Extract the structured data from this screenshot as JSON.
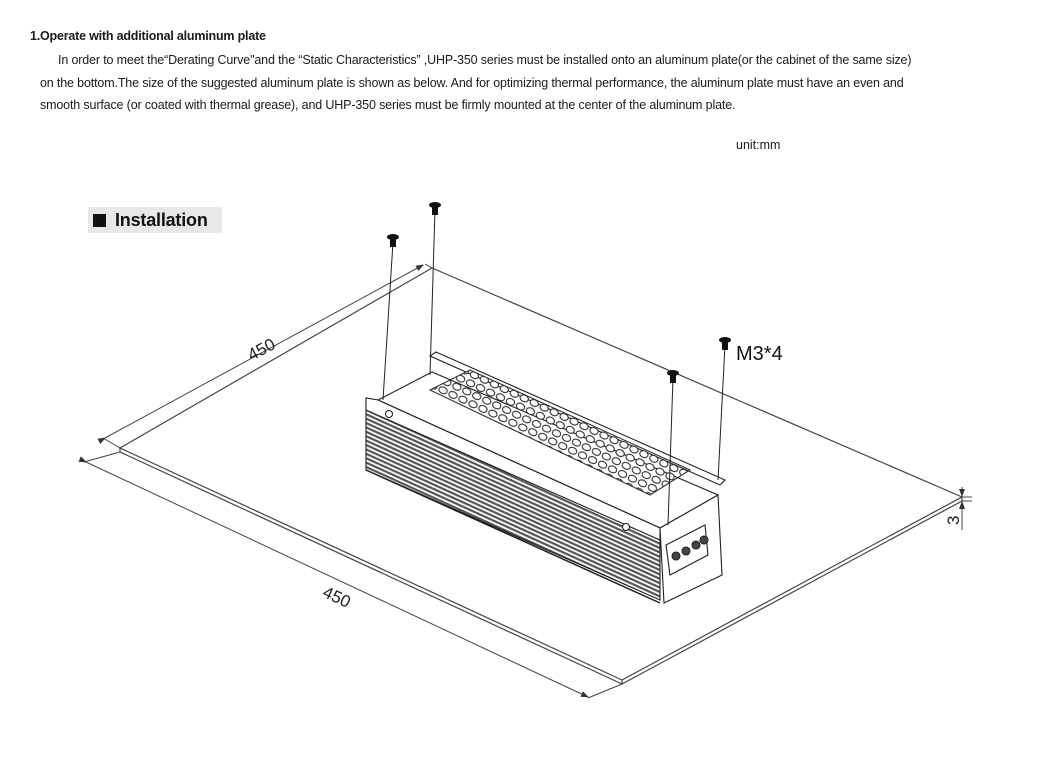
{
  "section": {
    "heading": "1.Operate with additional aluminum plate",
    "paragraph_lines": [
      "In order to meet the“Derating Curve\"and the “Static Characteristics” ,UHP-350 series must be installed onto an aluminum plate(or the cabinet of the same size)",
      "on the bottom.The size of the suggested aluminum plate is shown as below. And for optimizing thermal performance, the aluminum plate must have an even and",
      "smooth surface (or coated with thermal grease), and UHP-350 series must be firmly mounted at the center of the aluminum plate."
    ],
    "unit_label": "unit:mm"
  },
  "figure": {
    "badge_label": "Installation",
    "badge_icon": "black-square-icon",
    "dimensions": {
      "plate_width": "450",
      "plate_depth": "450",
      "plate_thickness": "3"
    },
    "screw_callout": "M3*4",
    "screw_count": 4,
    "product": "UHP-350 series",
    "colors": {
      "line": "#333333",
      "badge_bg": "#e8e8e8",
      "text": "#1a1a1a"
    }
  }
}
